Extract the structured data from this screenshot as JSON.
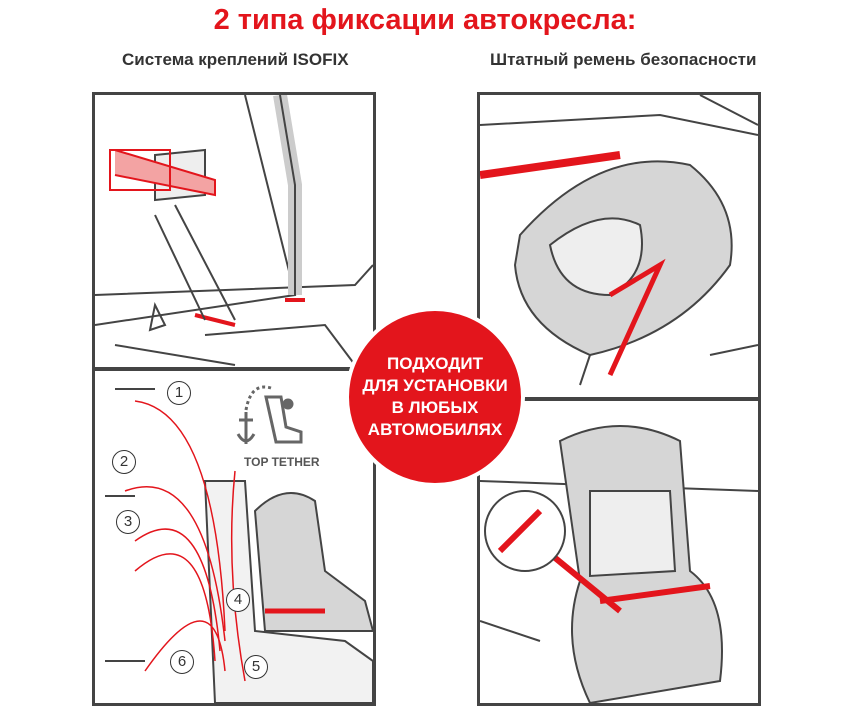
{
  "title": "2 типа фиксации автокресла:",
  "left_heading": "Система креплений ISOFIX",
  "right_heading": "Штатный ремень безопасности",
  "badge": {
    "lines": [
      "ПОДХОДИТ",
      "ДЛЯ УСТАНОВКИ",
      "В ЛЮБЫХ",
      "АВТОМОБИЛЯХ"
    ]
  },
  "top_tether_label": "TOP TETHER",
  "steps": [
    "1",
    "2",
    "3",
    "4",
    "5",
    "6"
  ],
  "colors": {
    "accent": "#e3151c",
    "line": "#444444"
  }
}
